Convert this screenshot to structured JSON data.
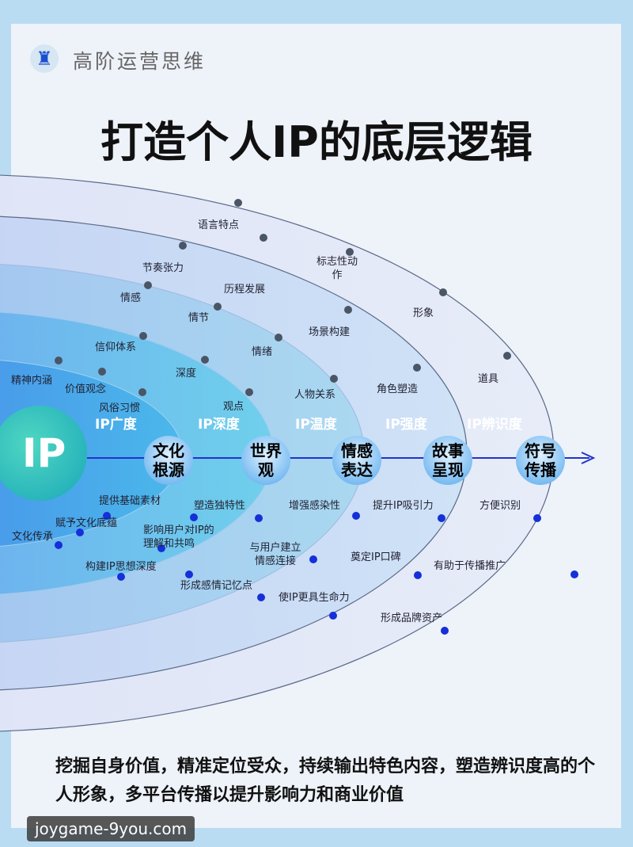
{
  "brand": {
    "name": "高阶运营思维",
    "icon": "chess-rook-icon"
  },
  "title": "打造个人IP的底层逻辑",
  "center": "IP",
  "nodes": [
    {
      "label1": "文化",
      "label2": "根源",
      "dimension": "IP广度"
    },
    {
      "label1": "世界",
      "label2": "观",
      "dimension": "IP深度"
    },
    {
      "label1": "情感",
      "label2": "表达",
      "dimension": "IP温度"
    },
    {
      "label1": "故事",
      "label2": "呈现",
      "dimension": "IP强度"
    },
    {
      "label1": "符号",
      "label2": "传播",
      "dimension": "IP辨识度"
    }
  ],
  "upper_labels": [
    "精神内涵",
    "价值观念",
    "风俗习惯",
    "信仰体系",
    "深度",
    "观点",
    "情感",
    "情节",
    "情绪",
    "人物关系",
    "节奏张力",
    "历程发展",
    "场景构建",
    "角色塑造",
    "语言特点",
    "标志性动作",
    "形象",
    "道具"
  ],
  "lower_labels": [
    "文化传承",
    "赋予文化底蕴",
    "提供基础素材",
    "构建IP思想深度",
    "影响用户对IP的理解和共鸣",
    "塑造独特性",
    "形成感情记忆点",
    "与用户建立情感连接",
    "增强感染性",
    "使IP更具生命力",
    "奠定IP口碑",
    "提升IP吸引力",
    "形成品牌资产",
    "有助于传播推广",
    "方便识别"
  ],
  "bottom_text": "挖掘自身价值，精准定位受众，持续输出特色内容，塑造辨识度高的个人形象，多平台传播以提升影响力和商业价值",
  "watermark": "joygame-9you.com",
  "colors": {
    "upper_dot": "#4a5566",
    "lower_dot": "#1530d8",
    "arrow": "#2233cc"
  }
}
